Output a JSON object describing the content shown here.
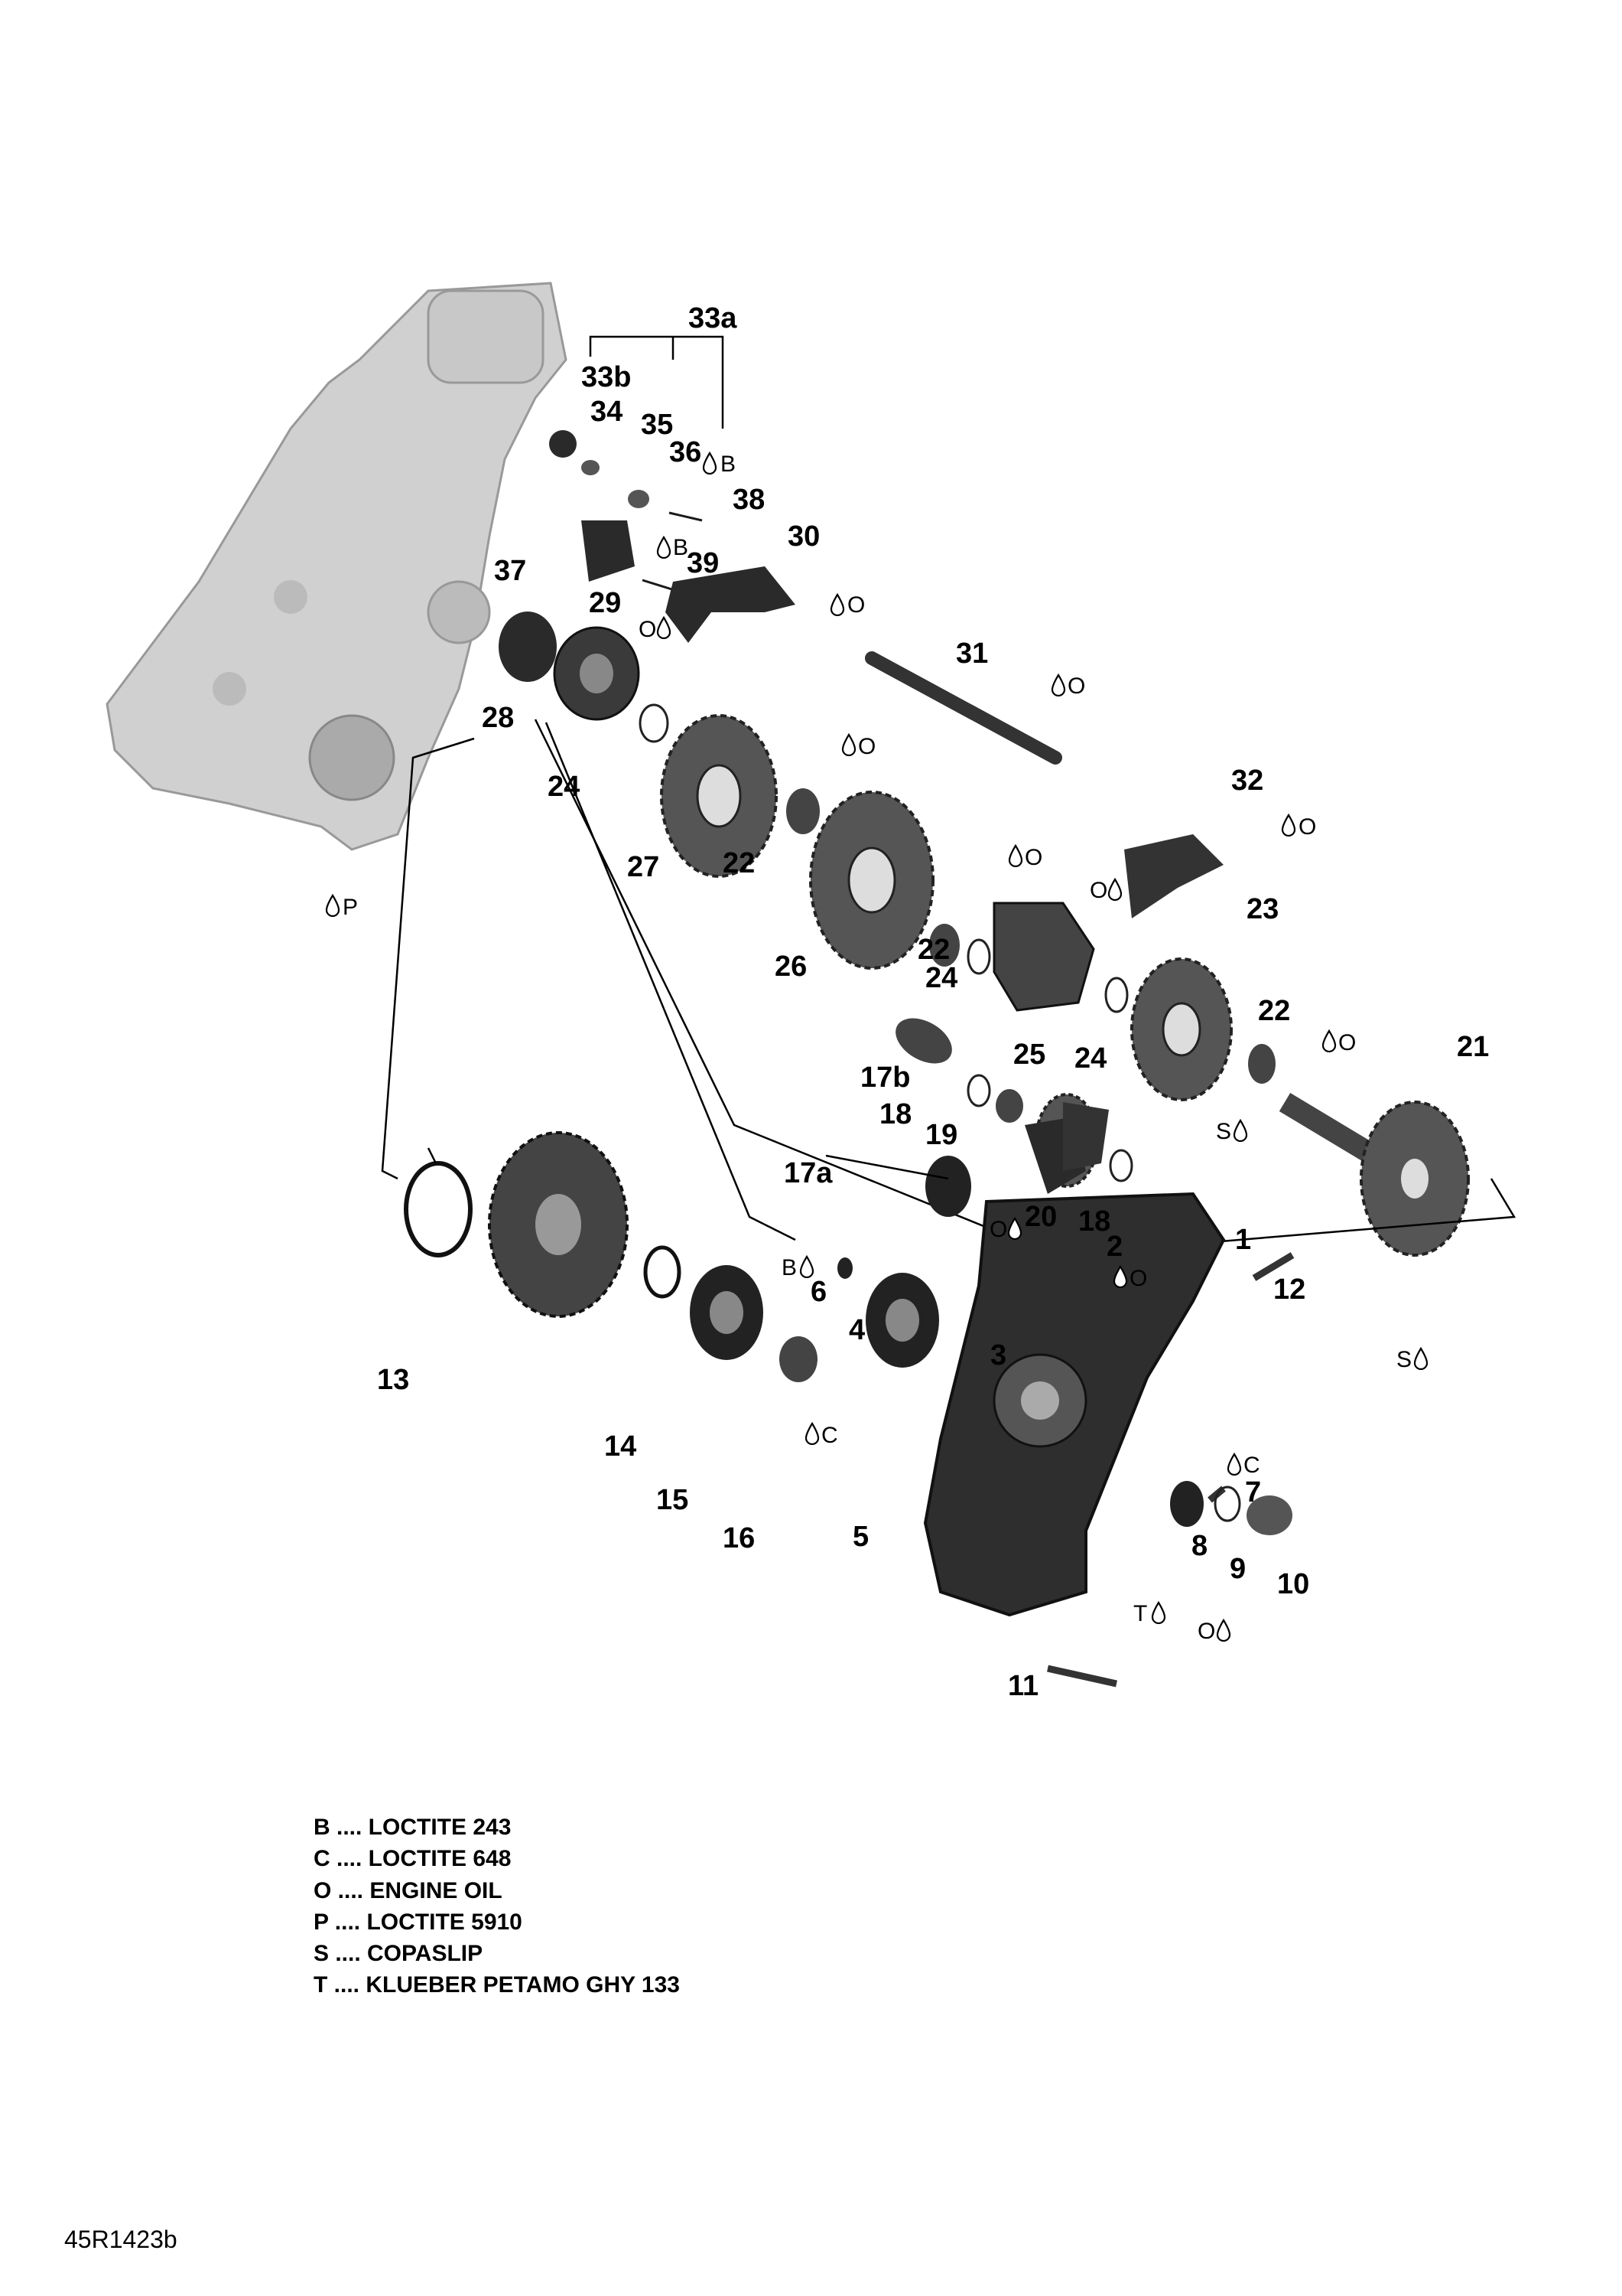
{
  "diagram_id": "45R1423b",
  "legend": [
    {
      "code": "B",
      "text": "B .... LOCTITE 243"
    },
    {
      "code": "C",
      "text": "C .... LOCTITE 648"
    },
    {
      "code": "O",
      "text": "O .... ENGINE OIL"
    },
    {
      "code": "P",
      "text": "P .... LOCTITE 5910"
    },
    {
      "code": "S",
      "text": "S .... COPASLIP"
    },
    {
      "code": "T",
      "text": "T .... KLUEBER PETAMO GHY 133"
    }
  ],
  "callouts": {
    "c1": "1",
    "c2": "2",
    "c3": "3",
    "c4": "4",
    "c5": "5",
    "c6": "6",
    "c7": "7",
    "c8": "8",
    "c9": "9",
    "c10": "10",
    "c11": "11",
    "c12": "12",
    "c13": "13",
    "c14": "14",
    "c15": "15",
    "c16": "16",
    "c17a": "17a",
    "c17b": "17b",
    "c18a": "18",
    "c18b": "18",
    "c19": "19",
    "c20": "20",
    "c21": "21",
    "c22a": "22",
    "c22b": "22",
    "c22c": "22",
    "c23": "23",
    "c24a": "24",
    "c24b": "24",
    "c24c": "24",
    "c25": "25",
    "c26": "26",
    "c27": "27",
    "c28": "28",
    "c29": "29",
    "c30": "30",
    "c31": "31",
    "c32": "32",
    "c33a": "33a",
    "c33b": "33b",
    "c34": "34",
    "c35": "35",
    "c36": "36",
    "c37": "37",
    "c38": "38",
    "c39": "39"
  },
  "lubricant_codes": {
    "p1": "P",
    "b1": "B",
    "b2": "B",
    "b3": "B",
    "c1": "C",
    "c2": "C",
    "t1": "T",
    "s1": "S",
    "s2": "S",
    "o1": "O",
    "o2": "O",
    "o3": "O",
    "o4": "O",
    "o5": "O",
    "o6": "O",
    "o7": "O",
    "o8": "O",
    "o9": "O",
    "o10": "O",
    "o11": "O"
  }
}
